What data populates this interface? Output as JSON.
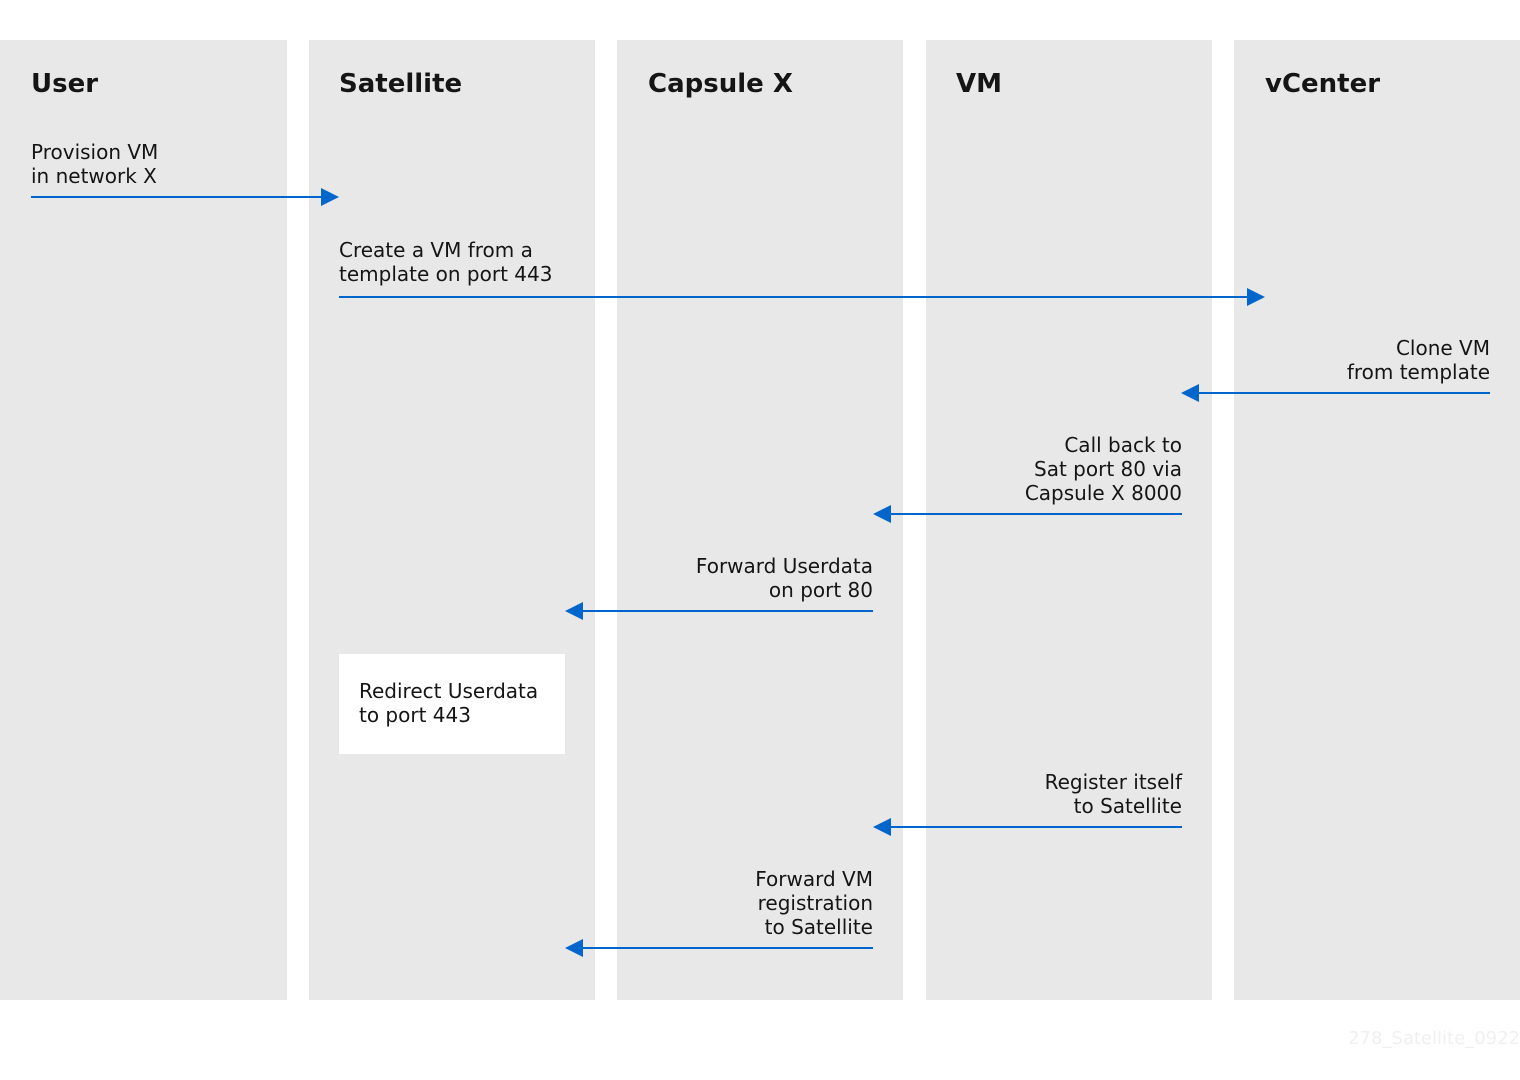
{
  "lanes": [
    {
      "title": "User"
    },
    {
      "title": "Satellite"
    },
    {
      "title": "Capsule X"
    },
    {
      "title": "VM"
    },
    {
      "title": "vCenter"
    }
  ],
  "messages": [
    {
      "text": "Provision VM\nin network X",
      "from": "User",
      "to": "Satellite"
    },
    {
      "text": "Create a VM from a\ntemplate on port 443",
      "from": "Satellite",
      "to": "vCenter"
    },
    {
      "text": "Clone VM\nfrom template",
      "from": "vCenter",
      "to": "VM"
    },
    {
      "text": "Call back to\nSat port 80 via\nCapsule X 8000",
      "from": "VM",
      "to": "Capsule X"
    },
    {
      "text": "Forward Userdata\non port 80",
      "from": "Capsule X",
      "to": "Satellite"
    },
    {
      "text": "Register itself\nto Satellite",
      "from": "VM",
      "to": "Capsule X"
    },
    {
      "text": "Forward VM\nregistration\nto Satellite",
      "from": "Capsule X",
      "to": "Satellite"
    }
  ],
  "note": {
    "text": "Redirect Userdata\nto port 443",
    "lane": "Satellite"
  },
  "colors": {
    "arrow": "#0066cc",
    "lane_bg": "#e8e8e8",
    "text": "#151515"
  },
  "footer": {
    "image_id": "278_Satellite_0922"
  }
}
